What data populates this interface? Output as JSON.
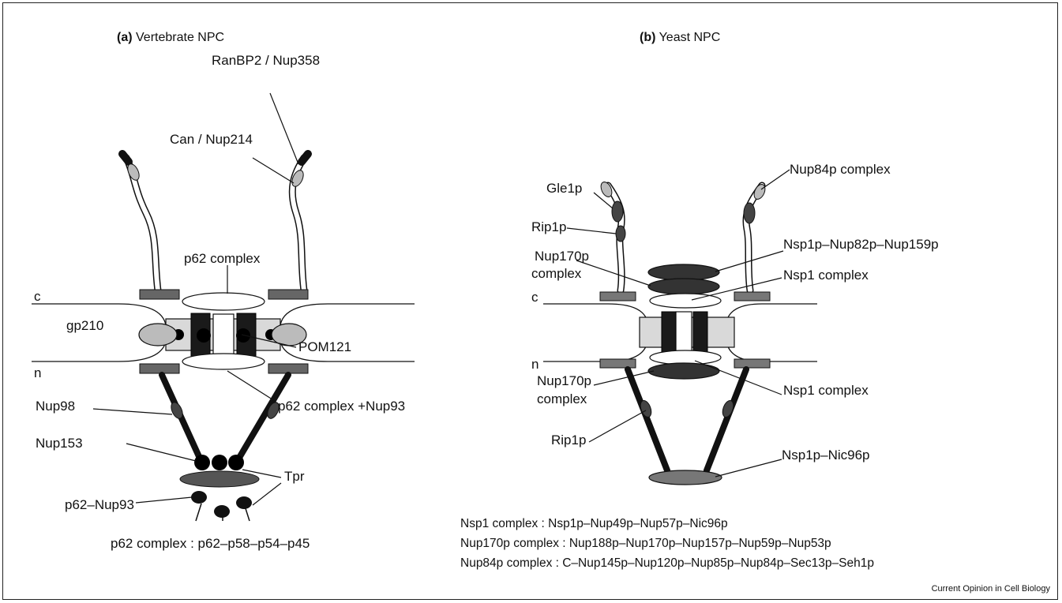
{
  "panel_a": {
    "title_bold": "(a)",
    "title": "Vertebrate NPC",
    "labels": {
      "ranbp2": "RanBP2 / Nup358",
      "can": "Can / Nup214",
      "p62_complex": "p62 complex",
      "c": "c",
      "gp210": "gp210",
      "pom121": "POM121",
      "n": "n",
      "p62_complex_nup93": "p62 complex +Nup93",
      "nup98": "Nup98",
      "nup153": "Nup153",
      "tpr": "Tpr",
      "p62_nup93": "p62–Nup93"
    },
    "footnote": "p62 complex :  p62–p58–p54–p45"
  },
  "panel_b": {
    "title_bold": "(b)",
    "title": "Yeast NPC",
    "labels": {
      "nup84p_complex": "Nup84p complex",
      "gle1p": "Gle1p",
      "rip1p_top": "Rip1p",
      "nsp1p_nup82p_nup159p": "Nsp1p–Nup82p–Nup159p",
      "nup170p_complex_top_1": "Nup170p",
      "nup170p_complex_top_2": "complex",
      "nsp1_complex_top": "Nsp1 complex",
      "c": "c",
      "n": "n",
      "nup170p_complex_bottom_1": "Nup170p",
      "nup170p_complex_bottom_2": "complex",
      "nsp1_complex_bottom": "Nsp1 complex",
      "rip1p_bottom": "Rip1p",
      "nsp1p_nic96p": "Nsp1p–Nic96p"
    },
    "footnotes": [
      "Nsp1 complex :  Nsp1p–Nup49p–Nup57p–Nic96p",
      "Nup170p complex : Nup188p–Nup170p–Nup157p–Nup59p–Nup53p",
      "Nup84p complex : C–Nup145p–Nup120p–Nup85p–Nup84p–Sec13p–Seh1p"
    ]
  },
  "credit": "Current Opinion in Cell Biology"
}
